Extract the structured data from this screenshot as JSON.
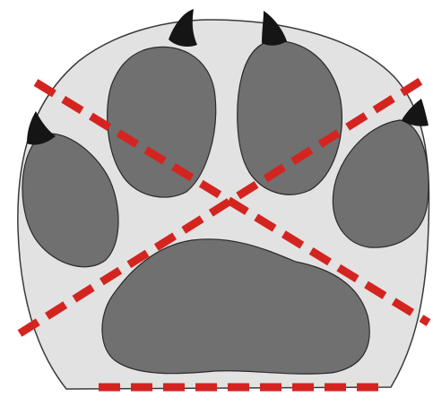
{
  "diagram": {
    "subject": "paw-print",
    "colors": {
      "background": "#ffffff",
      "outline_fill": "#e2e2e2",
      "outline_stroke": "#3a3a3a",
      "pad_fill": "#707070",
      "pad_stroke": "#2a2a2a",
      "claw_fill": "#151515",
      "guide_line": "#d42420"
    },
    "toes": [
      "outer-left",
      "inner-left",
      "inner-right",
      "outer-right"
    ],
    "guide_lines": [
      "diagonal-top-left-to-bottom-right",
      "diagonal-bottom-left-to-top-right",
      "horizontal-base"
    ],
    "guide_style": "dashed"
  }
}
